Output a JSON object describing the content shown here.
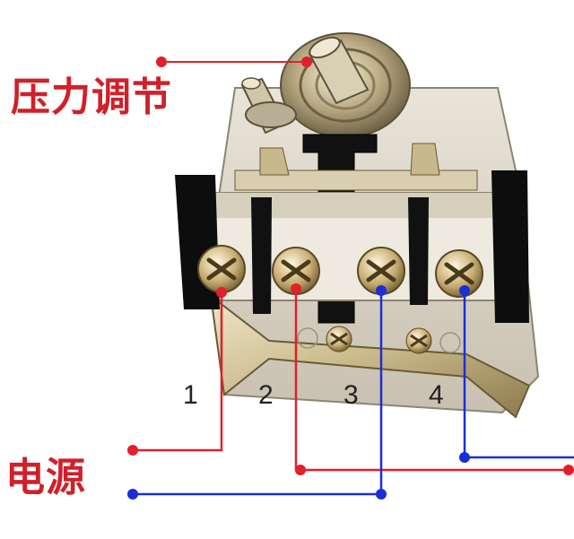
{
  "labels": {
    "pressure_adjust": "压力调节",
    "power": "电源"
  },
  "terminals": [
    "1",
    "2",
    "3",
    "4"
  ],
  "colors": {
    "label_red": "#d0202a",
    "wire_red": "#e0202a",
    "wire_blue": "#1a2fd6"
  }
}
